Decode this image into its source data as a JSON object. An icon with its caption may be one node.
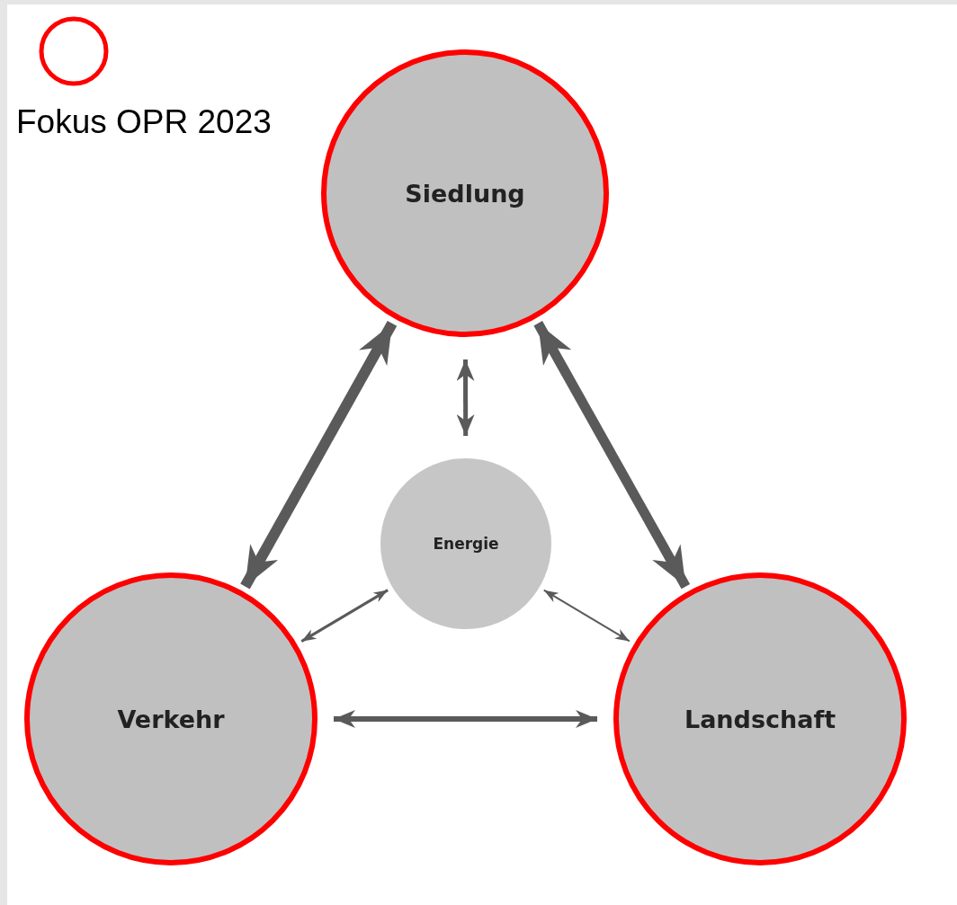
{
  "diagram": {
    "nodes": [
      {
        "text": [
          "Siedlung"
        ]
      },
      {
        "text": [
          "Verkehr"
        ]
      },
      {
        "text": [
          "Landschaft"
        ]
      },
      {
        "text": [
          "Energie"
        ]
      }
    ],
    "edges": [
      {
        "from": 0,
        "to": 1,
        "arrow": "both",
        "style": "thick"
      },
      {
        "from": 0,
        "to": 2,
        "arrow": "both",
        "style": "thick"
      },
      {
        "from": 0,
        "to": 3,
        "arrow": "both"
      },
      {
        "from": 1,
        "to": 3,
        "arrow": "both"
      },
      {
        "from": 3,
        "to": 2,
        "arrow": "both"
      },
      {
        "from": 1,
        "to": 2,
        "arrow": "both"
      }
    ],
    "legend": [
      {
        "text": "Fokus OPR 2023"
      }
    ]
  }
}
